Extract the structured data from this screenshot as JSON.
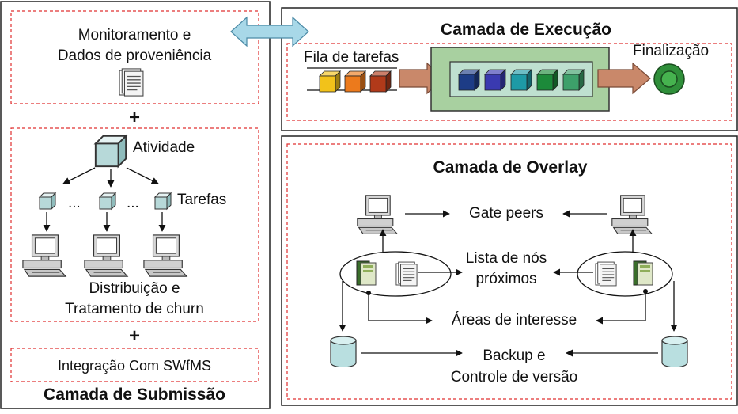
{
  "layers": {
    "submission": {
      "title": "Camada de Submissão",
      "monitoring_line1": "Monitoramento e",
      "monitoring_line2": "Dados de proveniência",
      "plus": "+",
      "activity": "Atividade",
      "tasks": "Tarefas",
      "ellipsis": "...",
      "distribution_line1": "Distribuição e",
      "distribution_line2": "Tratamento de churn",
      "integration": "Integração Com SWfMS"
    },
    "execution": {
      "title": "Camada de Execução",
      "queue": "Fila de tarefas",
      "finalization": "Finalização"
    },
    "overlay": {
      "title": "Camada de Overlay",
      "gate_peers": "Gate peers",
      "nearby_line1": "Lista de nós",
      "nearby_line2": "próximos",
      "interest_areas": "Áreas de interesse",
      "backup_line1": "Backup e",
      "backup_line2": "Controle de versão"
    }
  },
  "colors": {
    "dashed_border": "#e03030",
    "panel_border": "#222222",
    "cube_face": "#b7d9d9",
    "arrow_fill": "#c9886a",
    "arrow_link": "#a8d8e8",
    "finish_circle": "#2f8f3a",
    "processing_panel": "#a8d0a0",
    "processing_inner": "#bfe0d0"
  },
  "queue_cubes": [
    "#f2c21a",
    "#ec7a1c",
    "#b13a1a"
  ],
  "processing_cubes": [
    "#1d3c86",
    "#3a3ab0",
    "#1e9aa6",
    "#1c8a3a",
    "#3da06a"
  ]
}
